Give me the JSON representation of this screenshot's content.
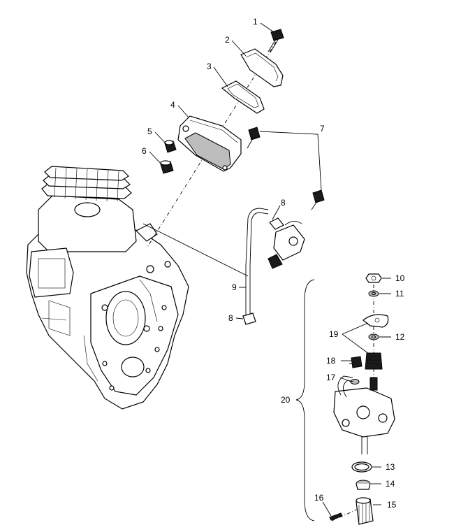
{
  "callouts": {
    "c1": "1",
    "c2": "2",
    "c3": "3",
    "c4": "4",
    "c5": "5",
    "c6": "6",
    "c7": "7",
    "c8a": "8",
    "c8b": "8",
    "c9": "9",
    "c10": "10",
    "c11": "11",
    "c12": "12",
    "c13": "13",
    "c14": "14",
    "c15": "15",
    "c16": "16",
    "c17": "17",
    "c18": "18",
    "c19": "19",
    "c20": "20"
  }
}
